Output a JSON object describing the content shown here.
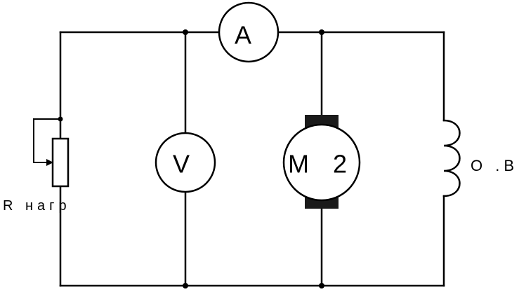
{
  "diagram": {
    "ammeter_label": "A",
    "voltmeter_label": "V",
    "motor_label": "M 2",
    "field_winding_label": "О .В .",
    "load_resistor_label": "R нагр"
  },
  "colors": {
    "stroke": "#000000",
    "brush": "#1a1a1a",
    "background": "#ffffff"
  }
}
